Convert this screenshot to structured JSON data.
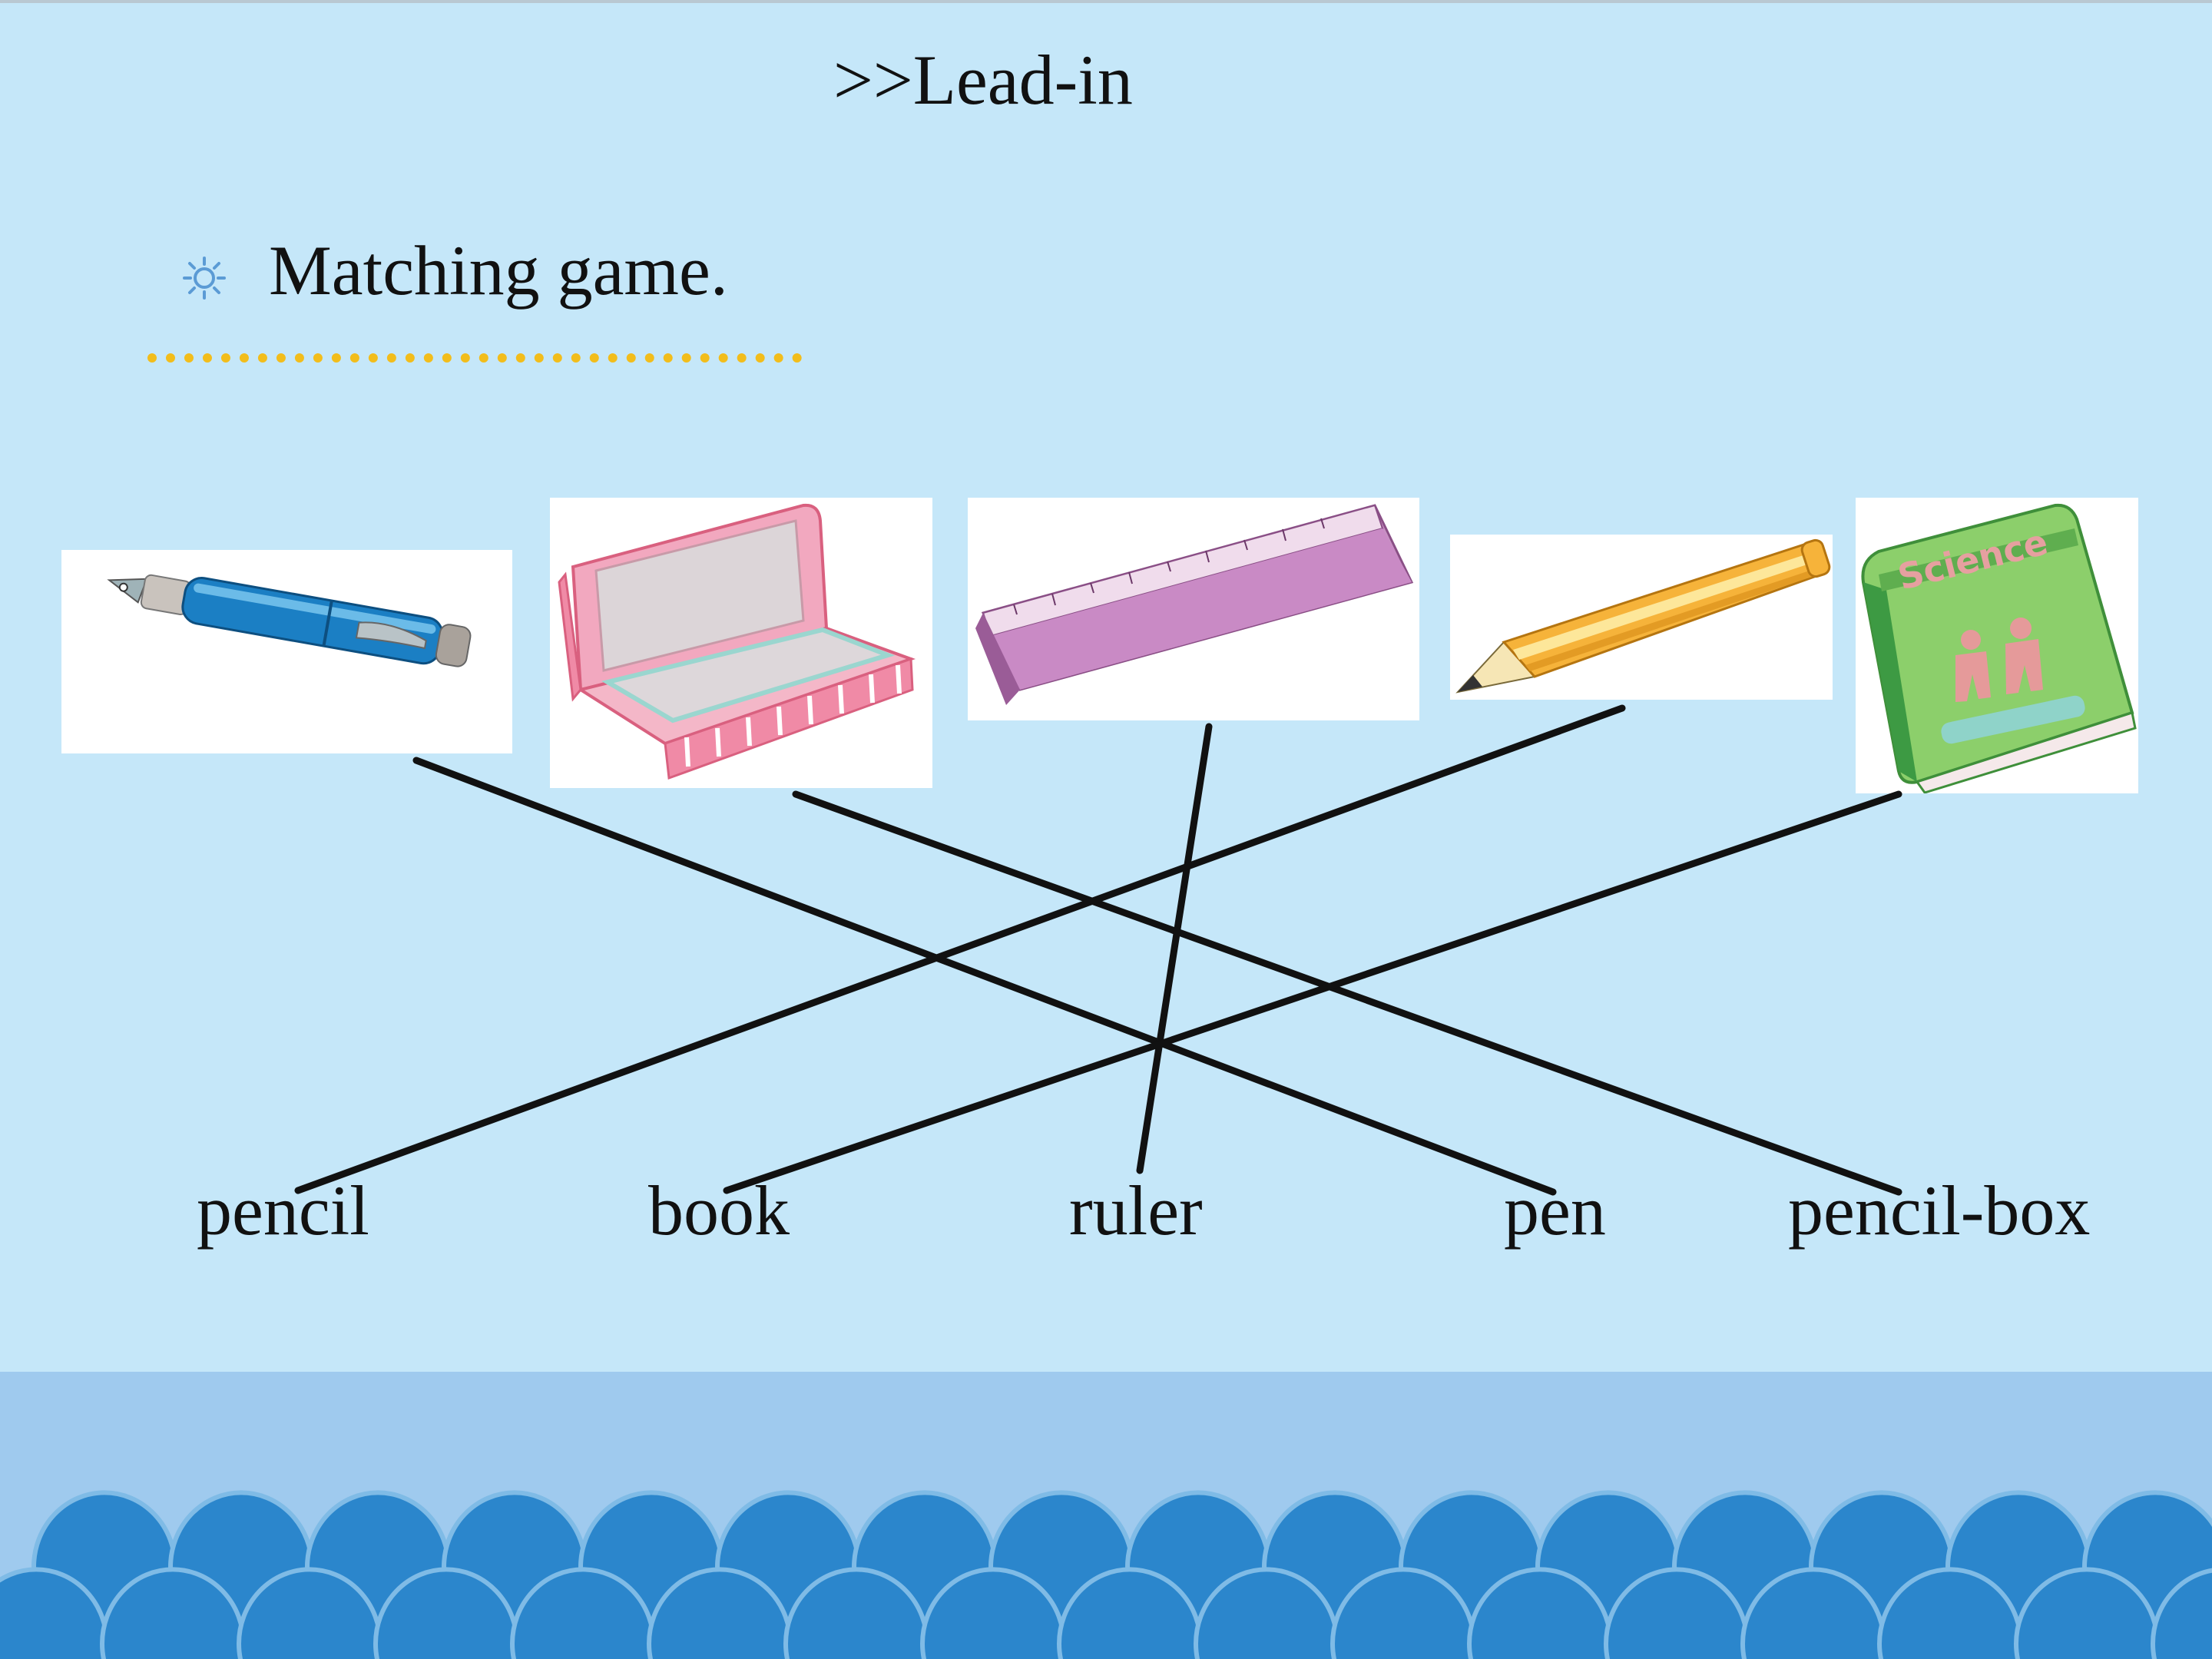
{
  "title": ">>Lead-in",
  "heading": "Matching game.",
  "pictures": [
    {
      "name": "fountain-pen",
      "icon": "fountain-pen-picture"
    },
    {
      "name": "pencil-box",
      "icon": "pencil-box-picture"
    },
    {
      "name": "ruler",
      "icon": "ruler-picture"
    },
    {
      "name": "pencil",
      "icon": "pencil-picture"
    },
    {
      "name": "book",
      "icon": "science-book-picture",
      "cover_text": "Science"
    }
  ],
  "words": [
    "pencil",
    "book",
    "ruler",
    "pen",
    "pencil-box"
  ],
  "matches": [
    {
      "picture": "fountain-pen",
      "word": "pen"
    },
    {
      "picture": "pencil-box",
      "word": "pencil-box"
    },
    {
      "picture": "ruler",
      "word": "ruler"
    },
    {
      "picture": "pencil",
      "word": "pencil"
    },
    {
      "picture": "book",
      "word": "book"
    }
  ],
  "colors": {
    "background": "#c5e7f9",
    "dotted_line": "#f2bd1b",
    "bullet": "#5b9bd5",
    "match_line": "#111111",
    "bottom_band": "#9fcaee",
    "scallop": "#2b86cc"
  }
}
